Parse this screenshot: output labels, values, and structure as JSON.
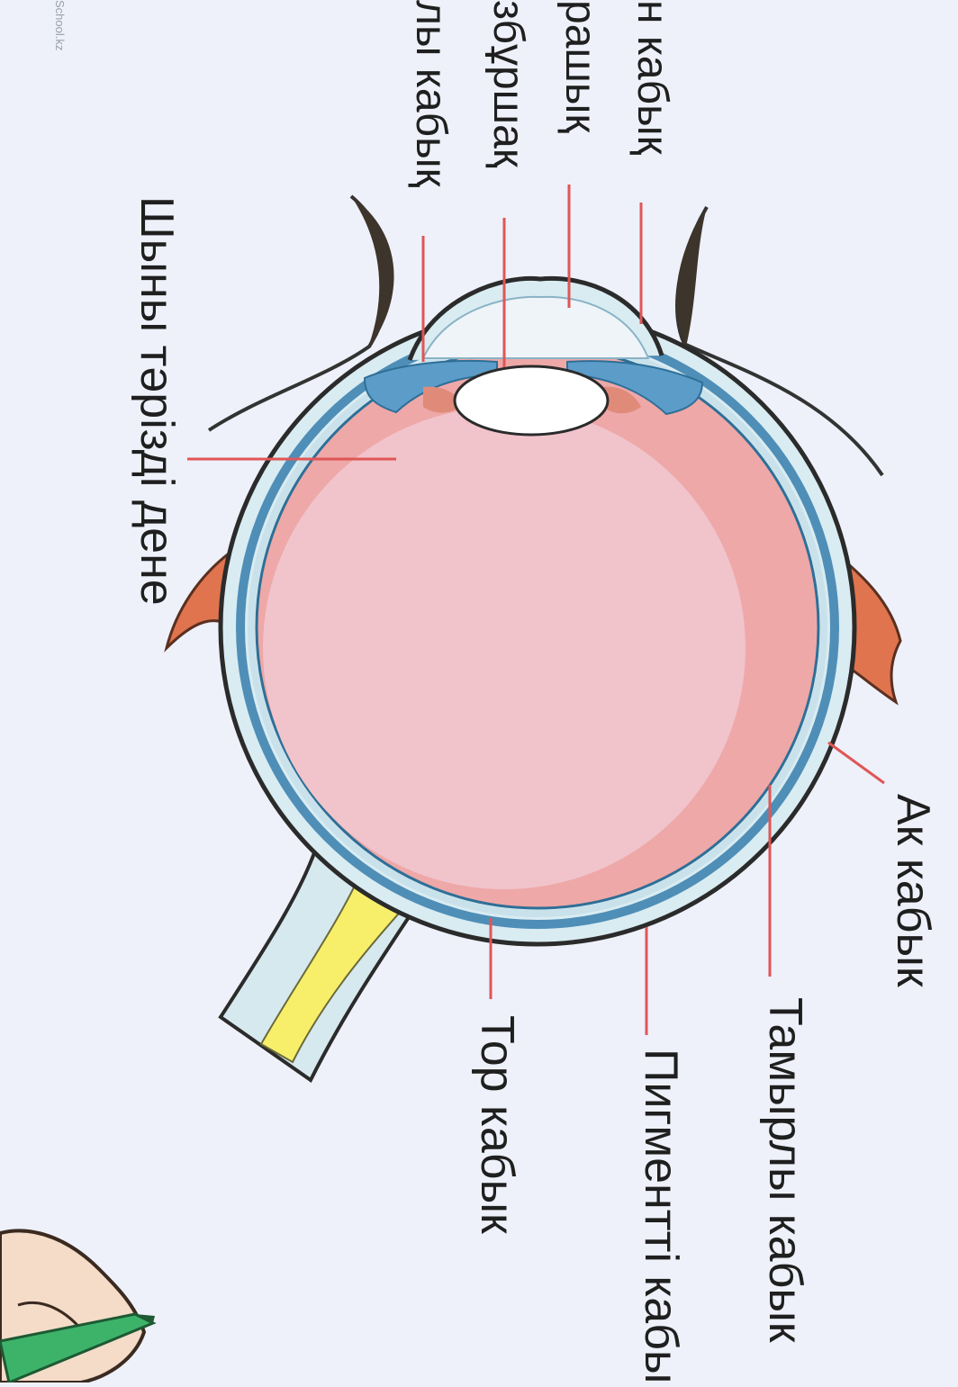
{
  "watermark": "School.kz",
  "labels": {
    "cornea": "н кабық",
    "iris": "рашық",
    "lens": "збұршақ",
    "ciliary": "лы кабық",
    "vitreous": "Шыны тәрізді дене",
    "sclera": "Ак кабык",
    "choroid": "Тамырлы кабык",
    "pigment": "Пигментті кабы",
    "retina": "Тор кабык"
  },
  "colors": {
    "background": "#eef1f9",
    "vitreous": "#f1c3cb",
    "retina_rim": "#eea8a8",
    "sclera": "#d9ecf1",
    "choroid": "#4f8fb7",
    "iris": "#5c9cc9",
    "lens": "#ffffff",
    "optic_nerve": "#f7ee6a",
    "muscle": "#e0744e",
    "leader_line": "#e05555",
    "outline": "#2b2b2b"
  }
}
